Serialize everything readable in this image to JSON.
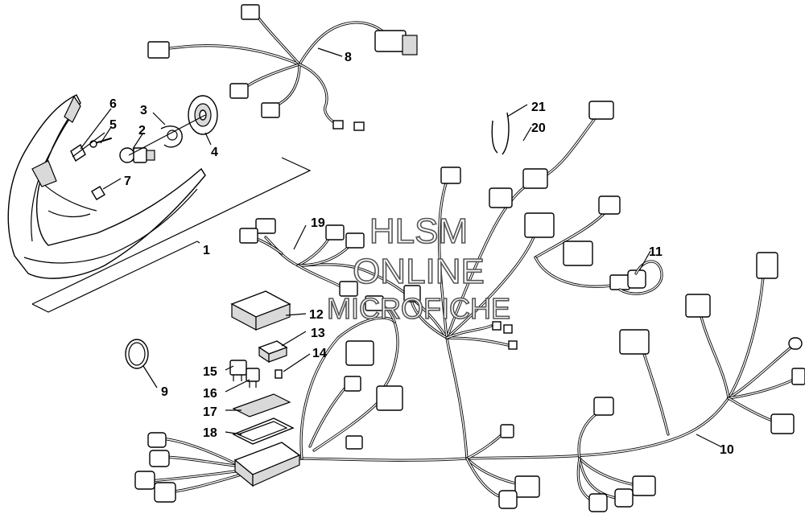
{
  "watermark": {
    "line1": "HLSM",
    "line2": "ONLINE",
    "line3": "MICROFICHE"
  },
  "callouts": [
    {
      "id": "1",
      "label": "1"
    },
    {
      "id": "2",
      "label": "2"
    },
    {
      "id": "3",
      "label": "3"
    },
    {
      "id": "4",
      "label": "4"
    },
    {
      "id": "5",
      "label": "5"
    },
    {
      "id": "6",
      "label": "6"
    },
    {
      "id": "7",
      "label": "7"
    },
    {
      "id": "8",
      "label": "8"
    },
    {
      "id": "9",
      "label": "9"
    },
    {
      "id": "10",
      "label": "10"
    },
    {
      "id": "11",
      "label": "11"
    },
    {
      "id": "12",
      "label": "12"
    },
    {
      "id": "13",
      "label": "13"
    },
    {
      "id": "14",
      "label": "14"
    },
    {
      "id": "15",
      "label": "15"
    },
    {
      "id": "16",
      "label": "16"
    },
    {
      "id": "17",
      "label": "17"
    },
    {
      "id": "18",
      "label": "18"
    },
    {
      "id": "19",
      "label": "19"
    },
    {
      "id": "20",
      "label": "20"
    },
    {
      "id": "21",
      "label": "21"
    }
  ]
}
